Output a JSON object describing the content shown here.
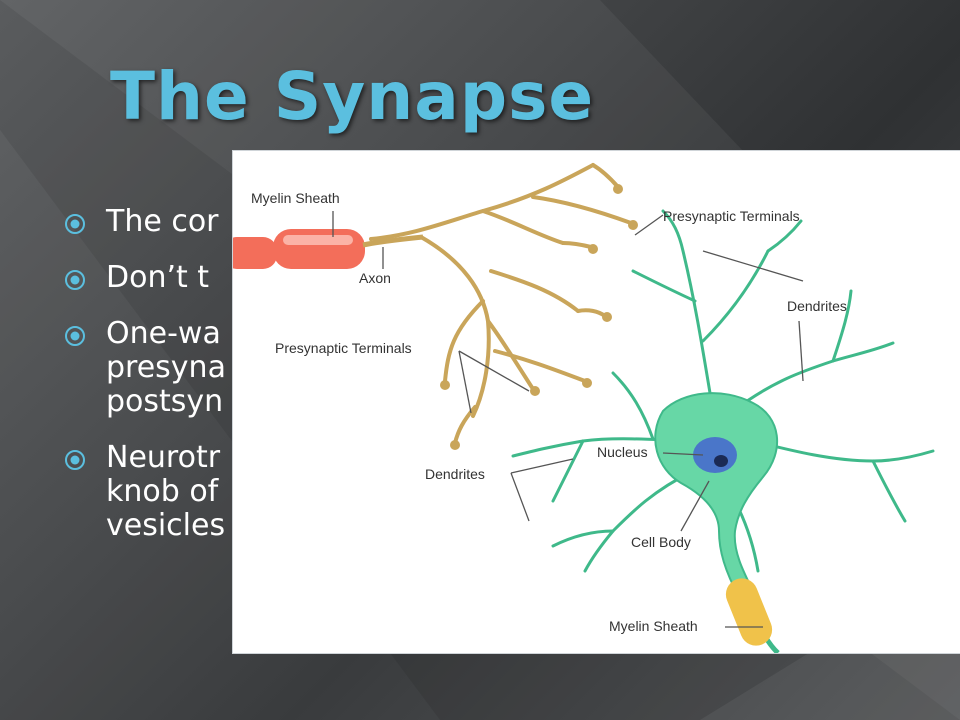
{
  "slide": {
    "title": "The Synapse",
    "bullets": [
      "The cor",
      "Don’t t",
      "One-wa",
      "presyna",
      "postsyn",
      "Neurotr",
      "knob of",
      "vesicles"
    ]
  },
  "diagram": {
    "labels": {
      "myelin_top": "Myelin Sheath",
      "axon": "Axon",
      "pre_top": "Presynaptic Terminals",
      "pre_left": "Presynaptic Terminals",
      "dendrites_right": "Dendrites",
      "dendrites_left": "Dendrites",
      "nucleus": "Nucleus",
      "cell_body": "Cell Body",
      "myelin_bottom": "Myelin Sheath"
    }
  },
  "colors": {
    "title": "#5bbfdf",
    "bullet_icon": "#5bbfdf",
    "neuron_body": "#67d7a6",
    "neuron_stroke": "#3fb98a",
    "axon": "#c9a55a",
    "myelin_red": "#f36e5a",
    "myelin_yellow": "#f0c24a",
    "nucleus": "#4a76c9"
  }
}
